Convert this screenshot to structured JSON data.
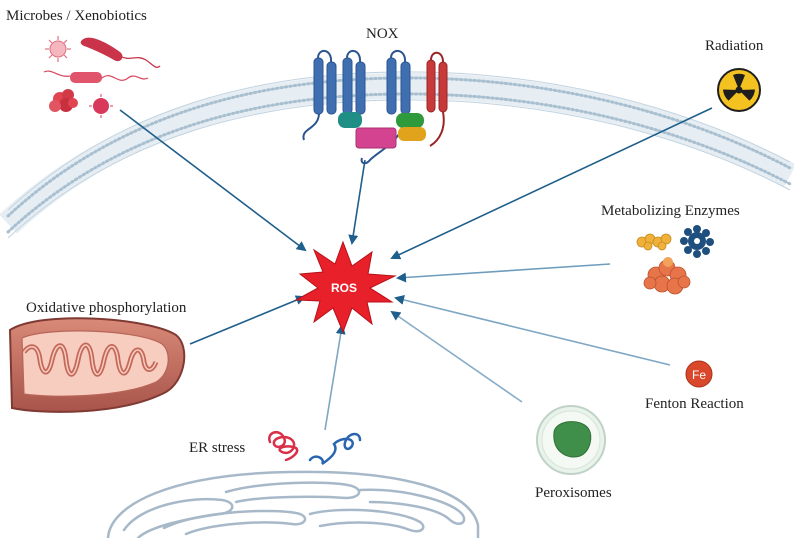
{
  "title": "",
  "center": {
    "label": "ROS"
  },
  "sources": {
    "microbes": "Microbes / Xenobiotics",
    "nox": "NOX",
    "radiation": "Radiation",
    "metabolizing": "Metabolizing Enzymes",
    "oxphos": "Oxidative phosphorylation",
    "fenton": "Fenton Reaction",
    "fe_symbol": "Fe",
    "er_stress": "ER stress",
    "peroxisomes": "Peroxisomes"
  },
  "colors": {
    "ros_fill": "#e8202a",
    "arrow": "#1f5f8b",
    "membrane_dots": "#a8bfd0",
    "nox_blue": "#3f6fb0",
    "nox_red": "#c8393a",
    "mito": "#c46b5a",
    "peroxisome": "#3f8f4a",
    "er": "#a7b9c9",
    "radiation_yellow": "#f3c221"
  },
  "icons": [
    "virus-icon",
    "bacteria-icon",
    "radiation-icon",
    "enzyme-icon",
    "mitochondrion-icon",
    "iron-icon",
    "protein-icon",
    "peroxisome-icon",
    "endoplasmic-reticulum-icon"
  ]
}
